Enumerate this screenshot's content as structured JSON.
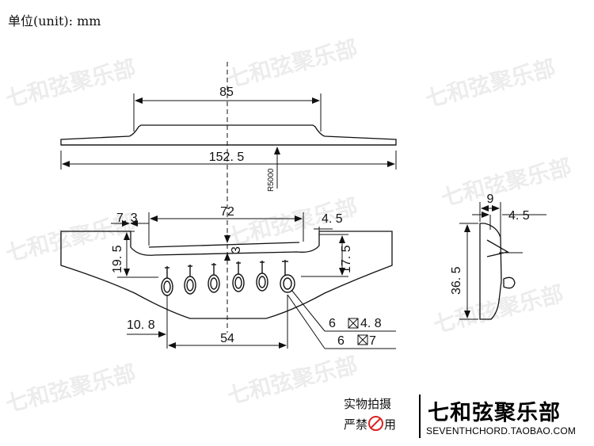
{
  "unit_label": "单位(unit): mm",
  "watermark": "七和弦聚乐部",
  "dims": {
    "d85": "85",
    "d152": "152. 5",
    "r5000": "R5000",
    "d72": "72",
    "d7_3": "7. 3",
    "d4_5a": "4. 5",
    "d19_5": "19. 5",
    "d3": "3",
    "d17_5": "17. 5",
    "d10_8": "10. 8",
    "d54": "54",
    "d6a": "6",
    "d4_8": "4. 8",
    "d6b": "6",
    "d7": "7",
    "d9": "9",
    "d4_5b": "4. 5",
    "d36_5": "36. 5"
  },
  "footer": {
    "line1": "实物拍摄",
    "line2a": "严禁",
    "line2b": "用",
    "brand": "七和弦聚乐部",
    "url": "SEVENTHCHORD.TAOBAO.COM"
  },
  "colors": {
    "line": "#111111",
    "ban": "#dd2222"
  }
}
